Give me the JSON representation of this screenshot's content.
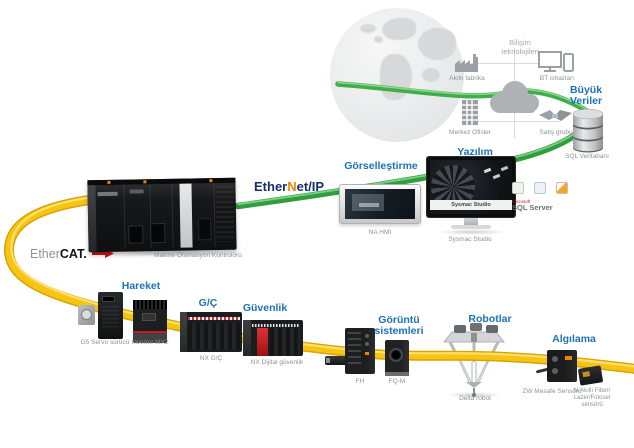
{
  "colors": {
    "accent_blue": "#1d71b8",
    "cable_yellow": "#f5c400",
    "cable_green": "#3fae49",
    "label_gray": "#8e9294",
    "ethercat_red": "#d01317",
    "ethernet_ip_navy": "#16326e",
    "ethernet_ip_orange": "#f08300"
  },
  "cloud": {
    "title_line1": "Bilişim",
    "title_line2": "teknolojileri",
    "nodes": [
      {
        "label": "Akıllı fabrika",
        "icon": "factory-icon"
      },
      {
        "label": "BT cihazları",
        "icon": "it-devices-icon"
      },
      {
        "label": "Merkez Ofisler",
        "icon": "office-building-icon"
      },
      {
        "label": "Satış grubu",
        "icon": "handshake-icon"
      }
    ]
  },
  "big_data": {
    "title_line1": "Büyük",
    "title_line2": "Veriler",
    "database_label": "SQL Veritabanı"
  },
  "software": {
    "title": "Yazılım",
    "screen_text": "Sysmac Studio",
    "device_label": "Sysmac Studio",
    "microsoft_label": "Microsoft",
    "sql_server_label": "SQL Server"
  },
  "visualization": {
    "title": "Görselleştirme",
    "device_label": "NA HMI"
  },
  "networks": {
    "ethernet_ip": {
      "part1": "Ether",
      "part2": "N",
      "part3": "et/IP"
    },
    "ethercat": {
      "part1": "Ether",
      "part2": "CAT."
    }
  },
  "controller": {
    "label": "Makine Otomasyon Kontrolörü"
  },
  "sections": {
    "motion": {
      "title": "Hareket",
      "devices": [
        {
          "label": "G5 Servo sürücü"
        },
        {
          "label": "Inverter MX2"
        }
      ]
    },
    "io": {
      "title": "G/Ç",
      "devices": [
        {
          "label": "NX G/Ç"
        }
      ]
    },
    "safety": {
      "title": "Güvenlik",
      "devices": [
        {
          "label": "NX Dijital güvenlik"
        }
      ]
    },
    "vision": {
      "title_line1": "Görüntü",
      "title_line2": "sistemleri",
      "devices": [
        {
          "label": "FH"
        },
        {
          "label": "FQ-M"
        }
      ]
    },
    "robots": {
      "title": "Robotlar",
      "devices": [
        {
          "label": "Delta robot"
        }
      ]
    },
    "sensing": {
      "title": "Algılama",
      "devices": [
        {
          "label": "ZW Mesafe Sensörü"
        },
        {
          "label_line1": "N-Akıllı Fiber/",
          "label_line2": "Lazer/Fotosel",
          "label_line3": "sensörü"
        }
      ]
    }
  }
}
